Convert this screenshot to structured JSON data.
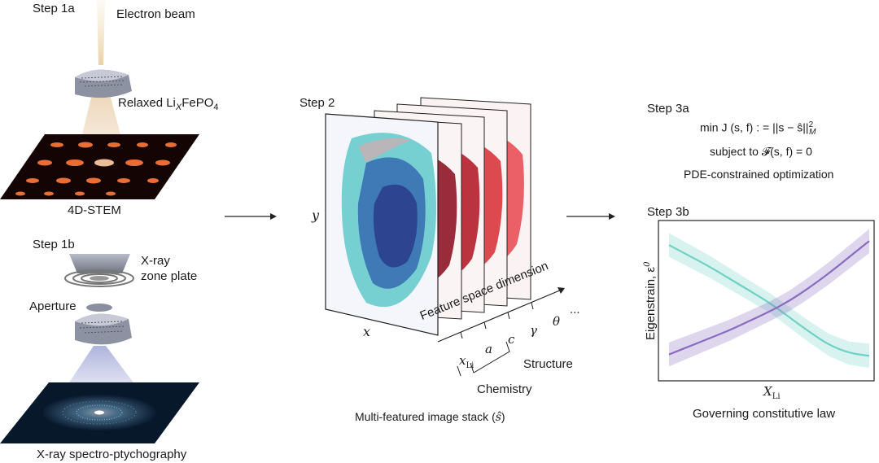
{
  "step1a": {
    "title": "Step 1a",
    "beam_label": "Electron beam",
    "sample_label_prefix": "Relaxed Li",
    "sample_label_sub": "X",
    "sample_label_suffix": "FePO",
    "sample_label_sub2": "4",
    "detector_label": "4D-STEM"
  },
  "step1b": {
    "title": "Step 1b",
    "zoneplate_line1": "X-ray",
    "zoneplate_line2": "zone plate",
    "aperture_label": "Aperture",
    "detector_label": "X-ray spectro-ptychography"
  },
  "step2": {
    "title": "Step 2",
    "y_axis": "y",
    "x_axis": "x",
    "feature_axis": "Feature space dimension",
    "ellipsis": "...",
    "feature_labels": [
      "x",
      "a",
      "c",
      "γ",
      "θ"
    ],
    "xli_sub": "Li",
    "group_chemistry": "Chemistry",
    "group_structure": "Structure",
    "caption_prefix": "Multi-featured image stack (",
    "caption_symbol": "ŝ",
    "caption_suffix": ")"
  },
  "step3a": {
    "title": "Step 3a",
    "equation_line1": "min J (s, f) : = ||s − ŝ||",
    "equation_sup": "2",
    "equation_sub": "M",
    "equation_line2": "subject to 𝓕(s, f) = 0",
    "caption": "PDE-constrained optimization"
  },
  "step3b": {
    "title": "Step 3b",
    "ylabel": "Eigenstrain, ε",
    "ylabel_sup": "0",
    "xlabel": "X",
    "xlabel_sub": "Li",
    "caption": "Governing constitutive law"
  },
  "colors": {
    "teal": "#6fd1c4",
    "purple": "#8a6bbf",
    "red": "#d9363e",
    "plot_border": "#222222"
  },
  "chart_data": {
    "type": "line",
    "title": "",
    "xlabel": "X_Li",
    "ylabel": "Eigenstrain, ε0",
    "grid": false,
    "x": [
      0.0,
      0.1,
      0.2,
      0.3,
      0.4,
      0.5,
      0.6,
      0.7,
      0.8,
      0.9,
      1.0
    ],
    "series": [
      {
        "values": [
          0.92,
          0.84,
          0.76,
          0.67,
          0.58,
          0.49,
          0.38,
          0.27,
          0.17,
          0.11,
          0.09
        ],
        "color": "#6fd1c4"
      },
      {
        "values": [
          0.1,
          0.16,
          0.22,
          0.28,
          0.35,
          0.42,
          0.5,
          0.6,
          0.71,
          0.83,
          0.95
        ],
        "color": "#8a6bbf"
      }
    ]
  }
}
